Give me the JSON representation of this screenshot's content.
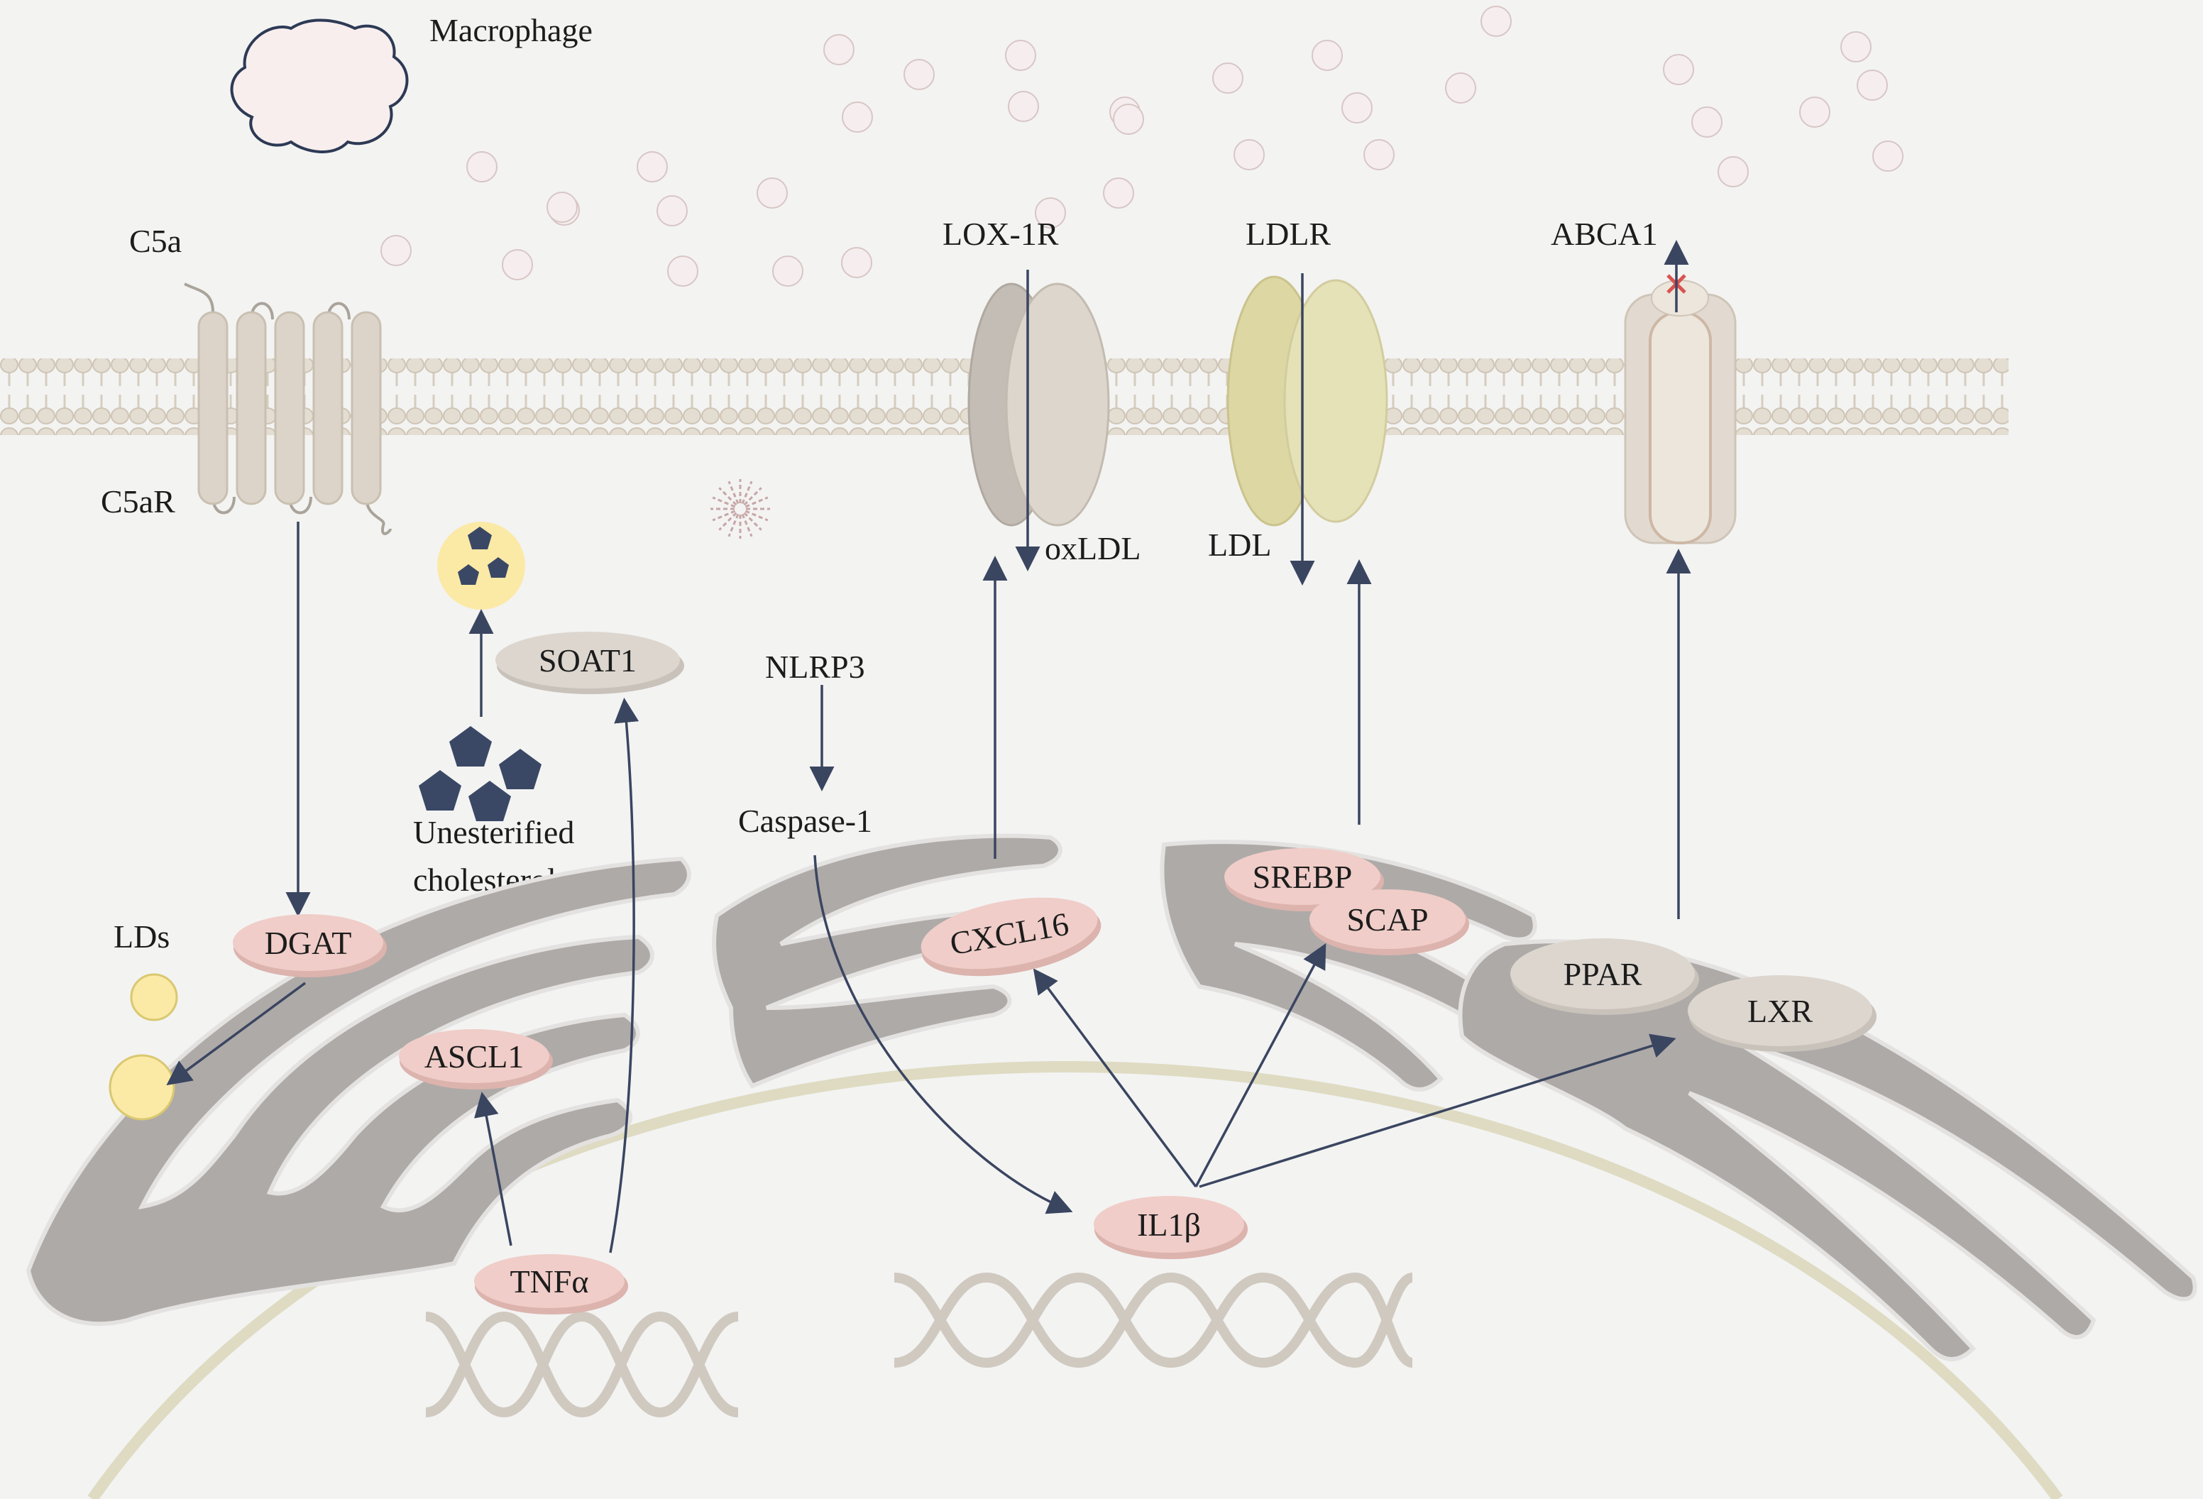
{
  "labels": {
    "macrophage": "Macrophage",
    "c5a": "C5a",
    "c5ar": "C5aR",
    "lox1r": "LOX-1R",
    "ldlr": "LDLR",
    "abca1": "ABCA1",
    "oxldl": "oxLDL",
    "ldl": "LDL",
    "nlrp3": "NLRP3",
    "caspase1": "Caspase-1",
    "lds": "LDs",
    "unesterified_1": "Unesterified",
    "unesterified_2": "cholesterol"
  },
  "nodes": {
    "soat1": "SOAT1",
    "dgat": "DGAT",
    "ascl1": "ASCL1",
    "tnfa": "TNFα",
    "cxcl16": "CXCL16",
    "srebp": "SREBP",
    "scap": "SCAP",
    "il1b": "IL1β",
    "ppar": "PPAR",
    "lxr": "LXR"
  },
  "colors": {
    "background": "#f3f3f2",
    "membrane_head": "#e4ddd2",
    "receptor": "#dcd4c8",
    "pink_node": "#f0cdc8",
    "gray_node": "#dcd6ce",
    "arrow": "#3a4560",
    "er": "#aeaaa8",
    "yellow_drop": "#fbe9a6",
    "ldl_receptor": "#e6e2b8",
    "pentagon": "#3a4865",
    "inhibit_mark": "#d9534f"
  }
}
